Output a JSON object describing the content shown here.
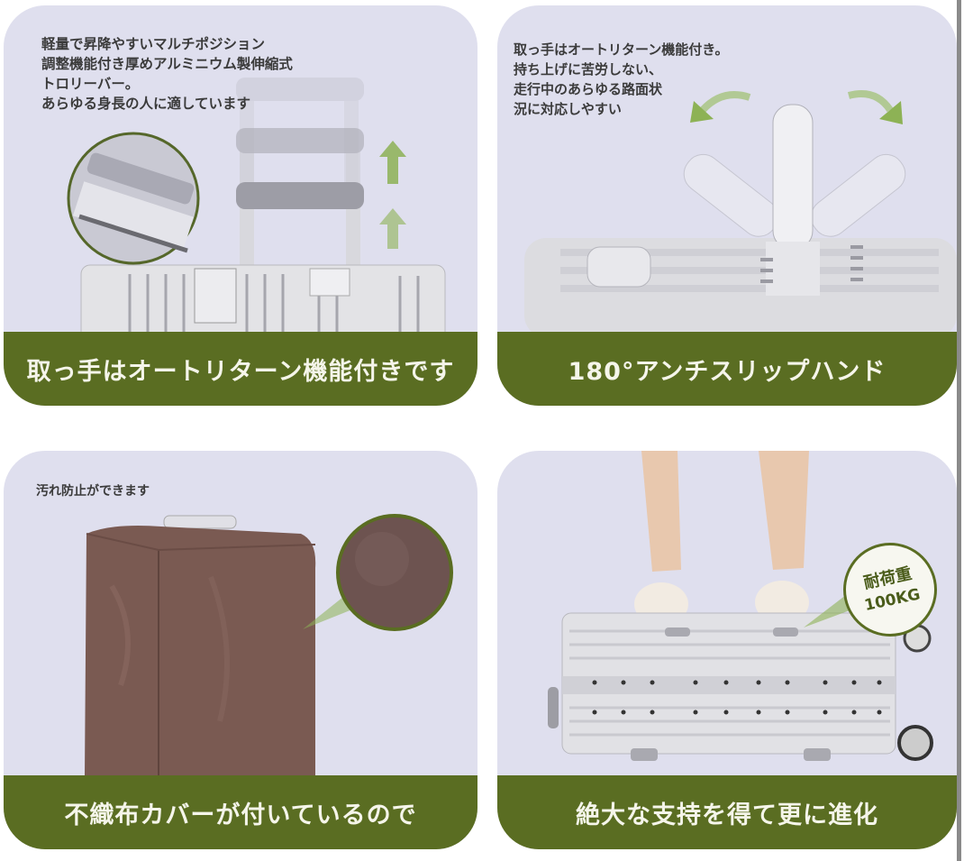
{
  "panels": [
    {
      "id": "telescopic-handle",
      "description": "軽量で昇降やすいマルチポジション\n調整機能付き厚めアルミニウム製伸縮式\nトロリーバー。\nあらゆる身長の人に適しています",
      "caption": "取っ手はオートリターン機能付きです",
      "icons": [
        "up-arrow-icon",
        "up-arrow-icon",
        "zoom-circle-handle-detail"
      ]
    },
    {
      "id": "anti-slip-handle",
      "description": "取っ手はオートリターン機能付き。\n持ち上げに苦労しない、\n走行中のあらゆる路面状\n 況に対応しやすい",
      "caption": "180°アンチスリップハンド",
      "icons": [
        "curved-arrow-left-icon",
        "curved-arrow-right-icon"
      ]
    },
    {
      "id": "nonwoven-cover",
      "description": "汚れ防止ができます",
      "caption": "不織布カバーが付いているので",
      "icons": [
        "zoom-circle-fabric-detail"
      ]
    },
    {
      "id": "load-capacity",
      "description": "",
      "caption": "絶大な支持を得て更に進化",
      "badge": {
        "line1": "耐荷重",
        "line2": "100KG"
      },
      "icons": [
        "load-badge-icon"
      ]
    }
  ],
  "colors": {
    "caption_bar": "#5a6d22",
    "panel_bg": "#dfdfee",
    "accent_arrow": "#8db255",
    "cover_brown": "#7a5a52"
  }
}
